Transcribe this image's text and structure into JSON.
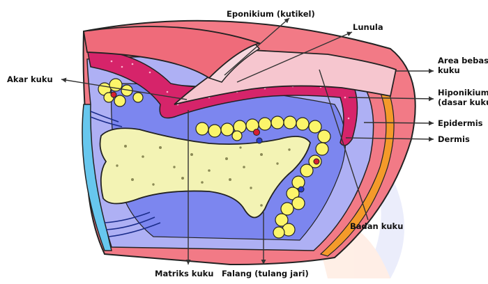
{
  "labels": {
    "eponikium": "Eponikium (kutikel)",
    "lunula": "Lunula",
    "area_bebas": "Area bebas\nkuku",
    "akar_kuku": "Akar kuku",
    "hiponikium": "Hiponikium\n(dasar kuku)",
    "epidermis": "Epidermis",
    "dermis": "Dermis",
    "badan_kuku": "Badan kuku",
    "matriks_kuku": "Matriks kuku",
    "falang": "Falang (tulang jari)"
  },
  "colors": {
    "skin_pink": "#f27a86",
    "nail_pink": "#f6c6cf",
    "lavender": "#aeb0f4",
    "blue_tissue": "#7c86ef",
    "magenta": "#d6246a",
    "bone": "#f3f3b4",
    "fat_yellow": "#fcf56a",
    "orange_layer": "#f49a2a",
    "light_blue_edge": "#67c7ee",
    "arrow": "#333333"
  }
}
